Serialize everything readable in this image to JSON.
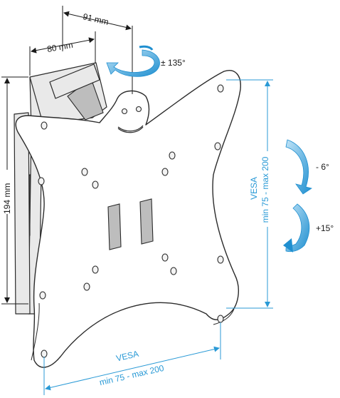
{
  "dimensions": {
    "depth_max": "91 mm",
    "depth_min": "80 mm",
    "height": "194 mm"
  },
  "swivel": {
    "label": "± 135°"
  },
  "tilt": {
    "up_label": "- 6°",
    "down_label": "+15°"
  },
  "vesa_vertical": {
    "line1": "VESA",
    "line2": "min 75 - max 200"
  },
  "vesa_horizontal": {
    "line1": "VESA",
    "line2": "min 75 - max 200"
  },
  "colors": {
    "accent_blue": "#2a9ad6",
    "outline": "#2b2b2b"
  }
}
